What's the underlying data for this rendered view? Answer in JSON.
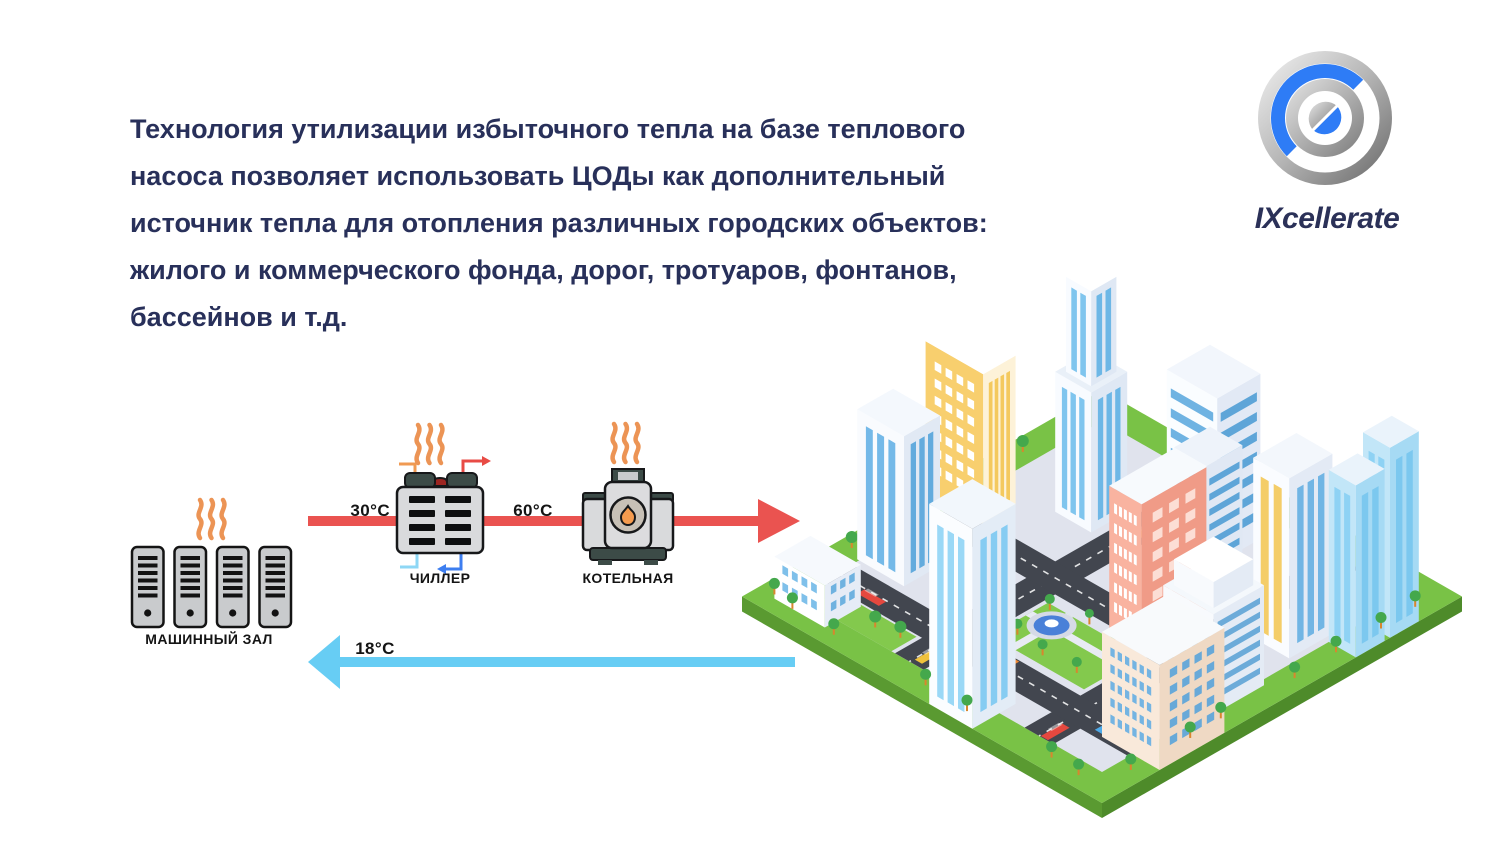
{
  "intro": {
    "lines": [
      "Технология утилизации избыточного тепла на базе теплового",
      "насоса позволяет использовать ЦОДы как дополнительный",
      "источник тепла для отопления различных городских объектов:",
      "жилого и коммерческого фонда, дорог, тротуаров, фонтанов,",
      "бассейнов и т.д."
    ]
  },
  "logo": {
    "brand": "IXcellerate"
  },
  "flow": {
    "machine_hall_label": "МАШИННЫЙ ЗАЛ",
    "chiller_label": "ЧИЛЛЕР",
    "boiler_label": "КОТЕЛЬНАЯ",
    "temp_from_hall": "30°C",
    "temp_to_city": "60°C",
    "temp_return": "18°C"
  },
  "colors": {
    "text_navy": "#28305a",
    "hot_flow_red": "#ea5350",
    "return_flow_blue": "#67cdf4",
    "heat_wave_orange": "#ec9455",
    "logo_blue": "#2e7cf6",
    "city_green": "#79c246"
  }
}
